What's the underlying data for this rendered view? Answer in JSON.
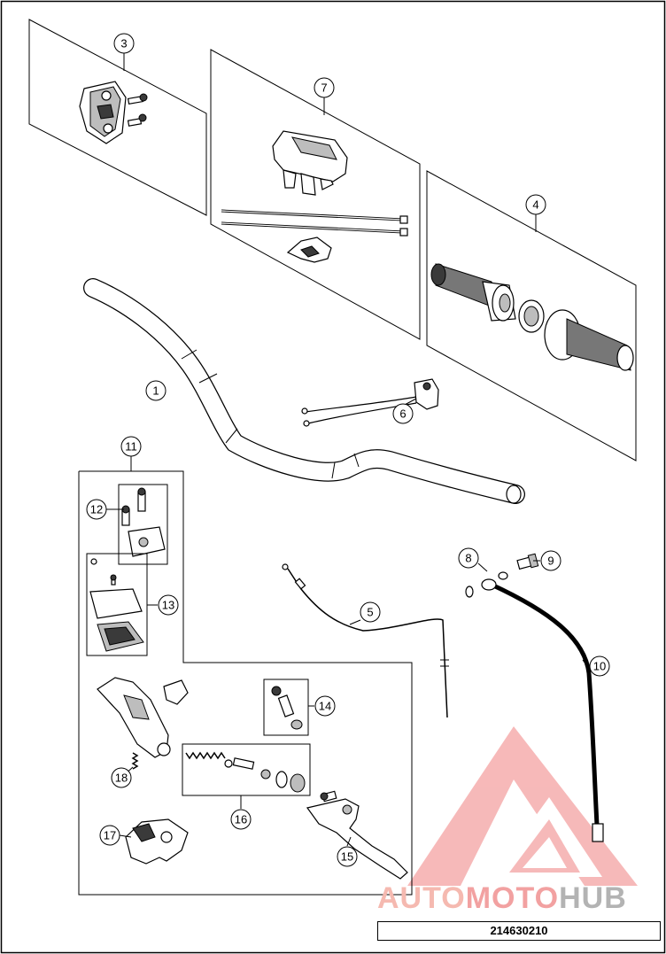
{
  "diagram": {
    "callouts": [
      "1",
      "3",
      "4",
      "5",
      "6",
      "7",
      "8",
      "9",
      "10",
      "11",
      "12",
      "13",
      "14",
      "15",
      "16",
      "17",
      "18"
    ],
    "reference_code": "214630210",
    "watermark": {
      "part1": "AUTO",
      "part2": "MOTO",
      "part3": "HUB"
    }
  },
  "colors": {
    "line": "#000000",
    "watermark_red": "#f08080",
    "watermark_orange": "#f5b9b0",
    "watermark_grey": "#b3b3b3"
  }
}
